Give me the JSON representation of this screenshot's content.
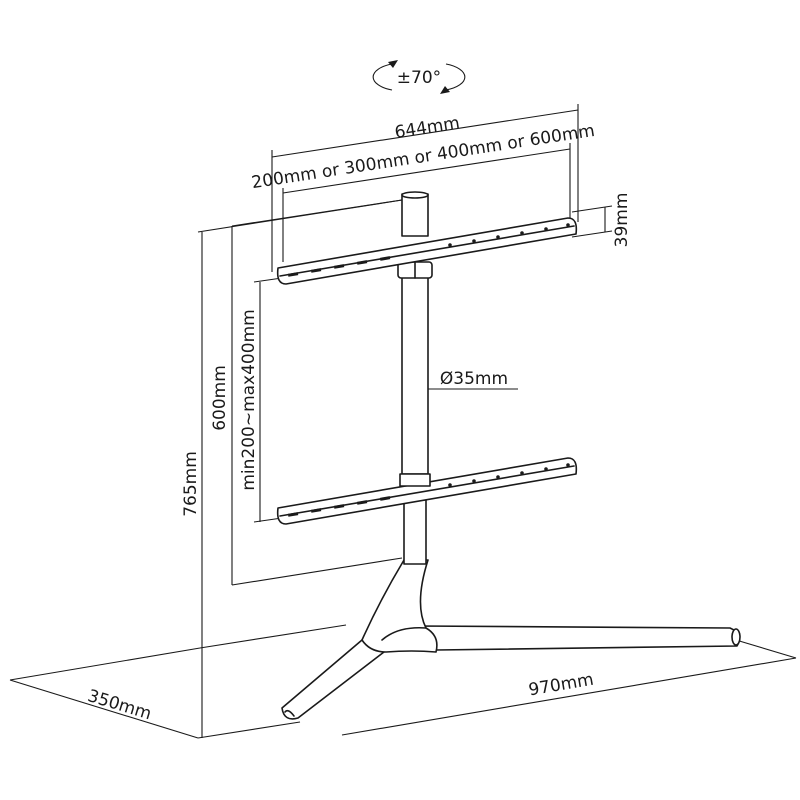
{
  "rotation": {
    "label": "±70°",
    "icon": "rotate-arrows-icon"
  },
  "dimensions": {
    "bracket_total_width": "644mm",
    "vesa_width_options": "200mm or 300mm or 400mm or 600mm",
    "bracket_height": "39mm",
    "pole_diameter": "Ø35mm",
    "bracket_spacing": "min200~max400mm",
    "bracket_to_floor": "600mm",
    "total_height": "765mm",
    "base_depth": "350mm",
    "base_width": "970mm"
  },
  "colors": {
    "stroke": "#1a1a1a",
    "background": "#ffffff"
  }
}
